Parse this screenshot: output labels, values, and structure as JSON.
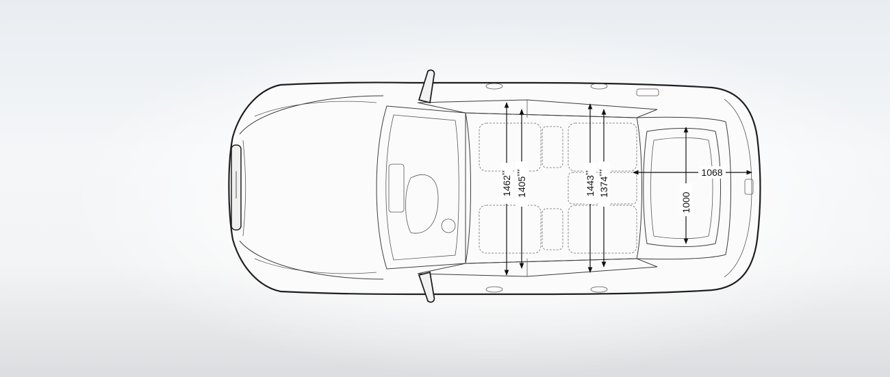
{
  "dimensions": {
    "front_shoulder_width": "1462",
    "front_shoulder_mark": "**",
    "front_elbow_width": "1405",
    "front_elbow_mark": "***",
    "rear_shoulder_width": "1443",
    "rear_shoulder_mark": "**",
    "rear_elbow_width": "1374",
    "rear_elbow_mark": "***",
    "boot_length": "1068",
    "boot_width": "1000"
  }
}
